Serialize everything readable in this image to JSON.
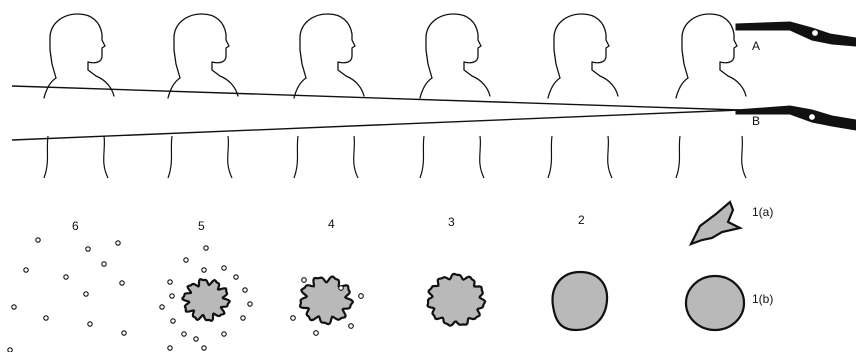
{
  "labels": {
    "guns": [
      "A",
      "B"
    ],
    "stages": [
      "6",
      "5",
      "4",
      "3",
      "2"
    ],
    "stage_1a": "1(a)",
    "stage_1b": "1(b)"
  },
  "colors": {
    "ink": "#111111",
    "blob_fill": "#b9b9b9",
    "background": "#ffffff"
  }
}
